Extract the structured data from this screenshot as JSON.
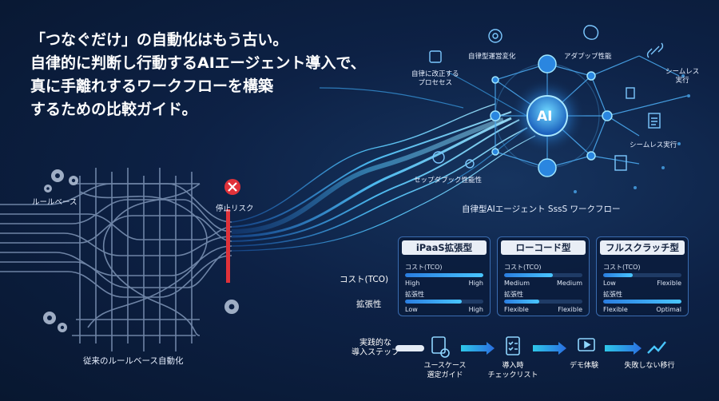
{
  "headline": {
    "line1": "「つなぐだけ」の自動化はもう古い。",
    "line2": "自律的に判断し行動するAIエージェント導入で、",
    "line3": "真に手離れするワークフローを構築",
    "line4": "するための比較ガイド。"
  },
  "left": {
    "rule_base_label": "ルールベース",
    "stop_risk_label": "停止リスク",
    "caption": "従来のルールベース自動化"
  },
  "ai": {
    "core_label": "AI",
    "node_self_improve": "自律に改正する\nプロセセス",
    "node_operation": "自律型運営変化",
    "node_adaptive": "アダプップ性能",
    "node_seamless1": "シームレス\n実行",
    "node_seamless2": "シームレス実行",
    "node_setup": "セップダプック性能性",
    "workflow_caption": "自律型AIエージェント SssS ワークフロー"
  },
  "comparison": {
    "row_cost": "コスト(TCO)",
    "row_scale": "拡張性",
    "panels": [
      {
        "title": "iPaaS拡張型",
        "cost_label": "コスト(TCO)",
        "cost_fill": 1.0,
        "cost_left": "High",
        "cost_right": "High",
        "scale_label": "拡張性",
        "scale_fill": 0.72,
        "scale_left": "Low",
        "scale_right": "High"
      },
      {
        "title": "ローコード型",
        "cost_label": "コスト(TCO)",
        "cost_fill": 0.62,
        "cost_left": "Medium",
        "cost_right": "Medium",
        "scale_label": "拡張性",
        "scale_fill": 0.45,
        "scale_left": "Flexible",
        "scale_right": "Flexible"
      },
      {
        "title": "フルスクラッチ型",
        "cost_label": "コスト(TCO)",
        "cost_fill": 0.38,
        "cost_left": "Low",
        "cost_right": "Flexible",
        "scale_label": "拡張性",
        "scale_fill": 1.0,
        "scale_left": "Flexible",
        "scale_right": "Optimal"
      }
    ]
  },
  "steps": {
    "label": "実践的な\n導入ステップ",
    "items": [
      "ユースケース\n選定ガイド",
      "導入時\nチェックリスト",
      "デモ体験",
      "失敗しない移行"
    ]
  },
  "colors": {
    "accent": "#49c6ff",
    "stop": "#e0323a",
    "panel_border": "#3a6cb0"
  }
}
